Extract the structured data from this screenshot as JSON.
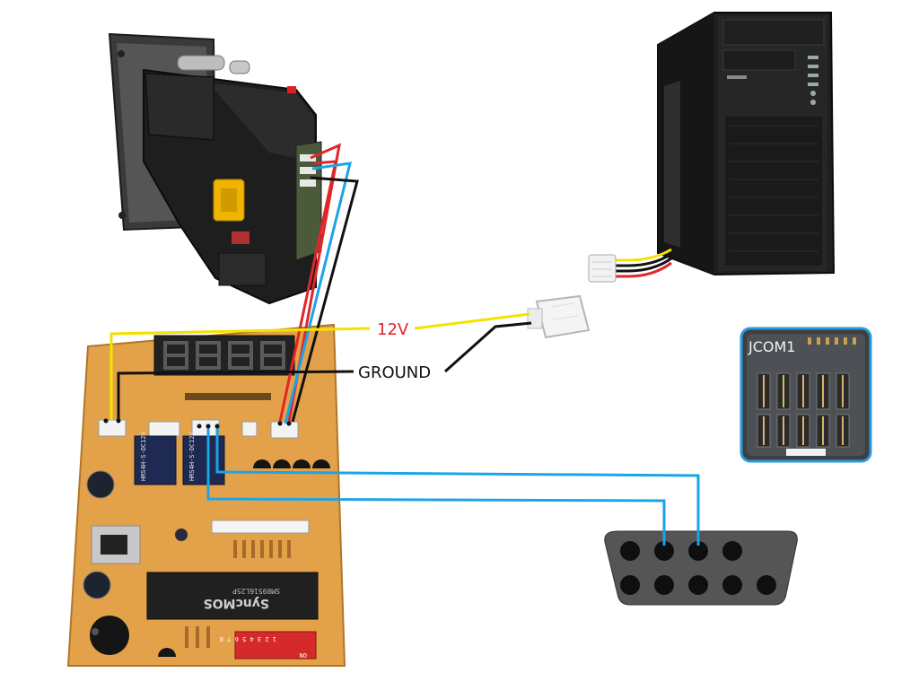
{
  "labels": {
    "power_12v": "12V",
    "ground": "GROUND",
    "header_name": "JCOM1",
    "display_digits": "8888",
    "mcu_brand": "SyncMOS",
    "mcu_part": "SM89516L25P",
    "relay_text": "HRS4H-S-DC12V",
    "dip_numbers": "1 2 3 4 5 6 7 8",
    "dip_on": "ON"
  },
  "wire_colors": {
    "power": "#f5e100",
    "ground": "#111111",
    "red": "#e0262b",
    "signal": "#1ba4e6",
    "label_red": "#e0262b"
  }
}
